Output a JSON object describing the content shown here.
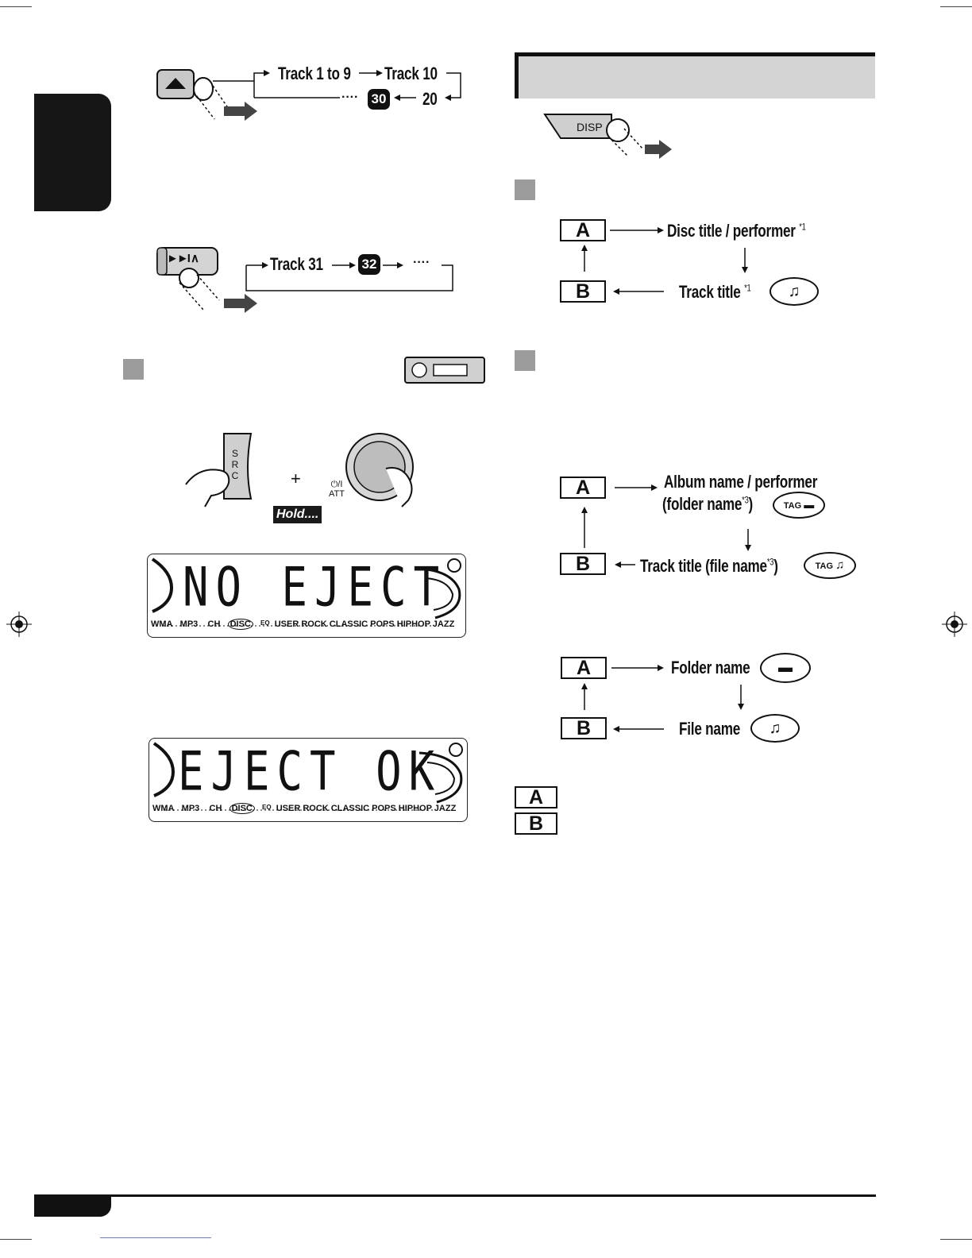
{
  "left_top_diagram": {
    "seq_row1": [
      "Track 1 to 9",
      "Track 10"
    ],
    "seq_row2": [
      "····",
      "30",
      "20"
    ],
    "badge_value": "30"
  },
  "left_mid_diagram": {
    "button_symbol": "►►I ∧",
    "seq": [
      "Track 31",
      "32",
      "····"
    ],
    "badge_value": "32"
  },
  "lock_section": {
    "src_button_letters": [
      "S",
      "R",
      "C"
    ],
    "plus": "+",
    "knob_label_symbol": "⏻/I",
    "knob_label": "ATT",
    "hold_label": "Hold...."
  },
  "lcd_displays": [
    {
      "text": "NO EJECT",
      "bottom_labels": [
        "WMA",
        "MP3",
        "CH",
        "DISC",
        "EQ",
        "USER ROCK CLASSIC POPS HIPHOP JAZZ"
      ]
    },
    {
      "text": "EJECT OK",
      "bottom_labels": [
        "WMA",
        "MP3",
        "CH",
        "DISC",
        "EQ",
        "USER ROCK CLASSIC POPS HIPHOP JAZZ"
      ]
    }
  ],
  "right_section": {
    "disp_button": "DISP",
    "diagram1": {
      "box_a": "A",
      "box_b": "B",
      "top_text": "Disc title / performer",
      "top_note": "*1",
      "bottom_text": "Track title",
      "bottom_note": "*1"
    },
    "diagram2": {
      "box_a": "A",
      "box_b": "B",
      "top_line1": "Album name / performer",
      "top_line2": "(folder name",
      "top_note": "*3",
      "top_close": ")",
      "tag_label": "TAG",
      "bottom_text": "Track title (file name",
      "bottom_note": "*3",
      "bottom_close": ")",
      "tag_label2": "TAG"
    },
    "diagram3": {
      "box_a": "A",
      "box_b": "B",
      "top_text": "Folder name",
      "bottom_text": "File name"
    },
    "legend": [
      "A",
      "B"
    ]
  }
}
